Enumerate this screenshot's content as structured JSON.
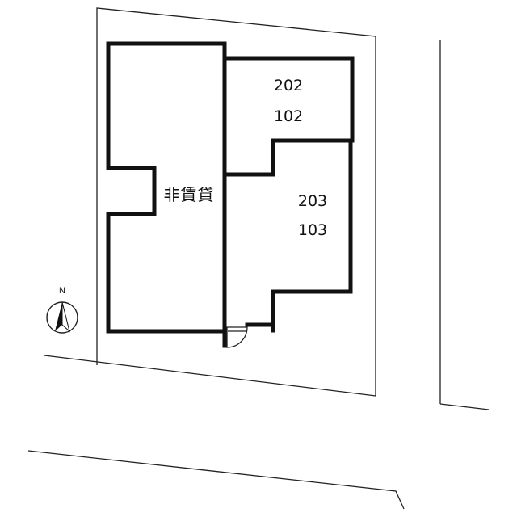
{
  "units": [
    {
      "upper": "202",
      "lower": "102"
    },
    {
      "upper": "203",
      "lower": "103"
    }
  ],
  "non_rental_label": "非賃貸",
  "compass": {
    "letter": "N"
  }
}
